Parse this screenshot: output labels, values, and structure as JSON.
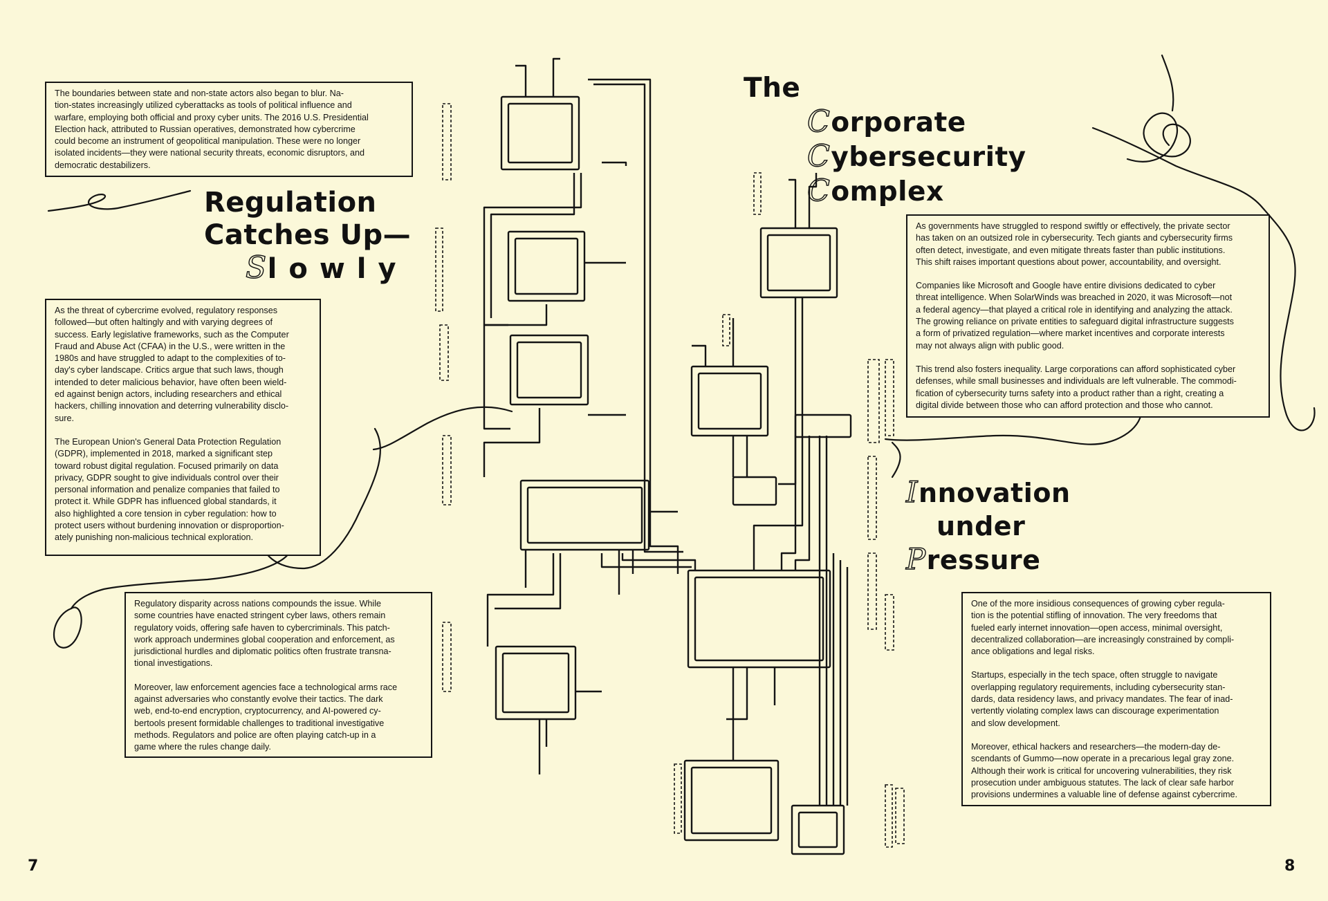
{
  "page_numbers": {
    "left": "7",
    "right": "8"
  },
  "headings": {
    "regulation": {
      "line1": "Regulation",
      "line2": "Catches Up—",
      "line3_initial": "S",
      "line3_rest": "lowly"
    },
    "corporate": {
      "line1": "The",
      "line2_initial": "C",
      "line2_rest": "orporate",
      "line3_initial": "C",
      "line3_rest": "ybersecurity",
      "line4_initial": "C",
      "line4_rest": "omplex"
    },
    "innovation": {
      "line1_initial": "I",
      "line1_rest": "nnovation",
      "line2": "under",
      "line3_initial": "P",
      "line3_rest": "ressure"
    }
  },
  "boxes": {
    "state_actors": {
      "paragraphs": [
        "The boundaries between state and non-state actors also began to blur. Na-\ntion-states increasingly utilized cyberattacks as tools of political influence and\nwarfare, employing both official and proxy cyber units. The 2016 U.S. Presidential\nElection hack, attributed to Russian operatives, demonstrated how cybercrime\ncould become an instrument of geopolitical manipulation. These were no longer\nisolated incidents—they were national security threats, economic disruptors, and\ndemocratic destabilizers."
      ]
    },
    "regulation": {
      "paragraphs": [
        "As the threat of cybercrime evolved, regulatory responses\nfollowed—but often haltingly and with varying degrees of\nsuccess. Early legislative frameworks, such as the Computer\nFraud and Abuse Act (CFAA) in the U.S., were written in the\n1980s and have struggled to adapt to the complexities of to-\nday's cyber landscape. Critics argue that such laws, though\nintended to deter malicious behavior, have often been wield-\ned against benign actors, including researchers and ethical\nhackers, chilling innovation and deterring vulnerability disclo-\nsure.",
        "The European Union's General Data Protection Regulation\n(GDPR), implemented in 2018, marked a significant step\ntoward robust digital regulation. Focused primarily on data\nprivacy, GDPR sought to give individuals control over their\npersonal information and penalize companies that failed to\nprotect it. While GDPR has influenced global standards, it\nalso highlighted a core tension in cyber regulation: how to\nprotect users without burdening innovation or disproportion-\nately punishing non-malicious technical exploration."
      ]
    },
    "disparity": {
      "paragraphs": [
        "Regulatory disparity across nations compounds the issue. While\nsome countries have enacted stringent cyber laws, others remain\nregulatory voids, offering safe haven to cybercriminals. This patch-\nwork approach undermines global cooperation and enforcement, as\njurisdictional hurdles and diplomatic politics often frustrate transna-\ntional investigations.",
        "Moreover, law enforcement agencies face a technological arms race\nagainst adversaries who constantly evolve their tactics. The dark\nweb, end-to-end encryption, cryptocurrency, and AI-powered cy-\nbertools present formidable challenges to traditional investigative\nmethods. Regulators and police are often playing catch-up in a\ngame where the rules change daily."
      ]
    },
    "corporate": {
      "paragraphs": [
        "As governments have struggled to respond swiftly or effectively, the private sector\nhas taken on an outsized role in cybersecurity. Tech giants and cybersecurity firms\noften detect, investigate, and even mitigate threats faster than public institutions.\nThis shift raises important questions about power, accountability, and oversight.",
        "Companies like Microsoft and Google have entire divisions dedicated to cyber\nthreat intelligence. When SolarWinds was breached in 2020, it was Microsoft—not\na federal agency—that played a critical role in identifying and analyzing the attack.\nThe growing reliance on private entities to safeguard digital infrastructure suggests\na form of privatized regulation—where market incentives and corporate interests\nmay not always align with public good.",
        "This trend also fosters inequality. Large corporations can afford sophisticated cyber\ndefenses, while small businesses and individuals are left vulnerable. The commodi-\nfication of cybersecurity turns safety into a product rather than a right, creating a\ndigital divide between those who can afford protection and those who cannot."
      ]
    },
    "innovation": {
      "paragraphs": [
        "One of the more insidious consequences of growing cyber regula-\ntion is the potential stifling of innovation. The very freedoms that\nfueled early internet innovation—open access, minimal oversight,\ndecentralized collaboration—are increasingly constrained by compli-\nance obligations and legal risks.",
        "Startups, especially in the tech space, often struggle to navigate\noverlapping regulatory requirements, including cybersecurity stan-\ndards, data residency laws, and privacy mandates. The fear of inad-\nvertently violating complex laws can discourage experimentation\nand slow development.",
        "Moreover, ethical hackers and researchers—the modern-day de-\nscendants of Gummo—now operate in a precarious legal gray zone.\nAlthough their work is critical for uncovering vulnerabilities, they risk\nprosecution under ambiguous statutes. The lack of clear safe harbor\nprovisions undermines a valuable line of defense against cybercrime."
      ]
    }
  },
  "colors": {
    "background": "#fbf8d9",
    "ink": "#141414"
  },
  "icons": [
    "circuit-illustration",
    "decorative-swirl"
  ]
}
